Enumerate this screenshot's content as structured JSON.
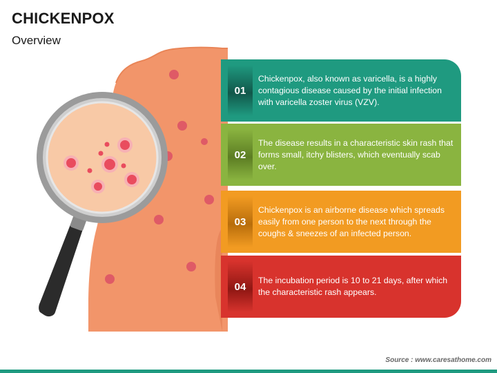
{
  "header": {
    "title": "CHICKENPOX",
    "subtitle": "Overview"
  },
  "points": [
    {
      "number": "01",
      "text": "Chickenpox, also known as varicella, is a highly contagious disease caused by the initial infection with varicella zoster virus (VZV).",
      "color": "#1f9a80"
    },
    {
      "number": "02",
      "text": "The disease results in a characteristic skin rash that forms small, itchy blisters, which eventually scab over.",
      "color": "#8ab440"
    },
    {
      "number": "03",
      "text": "Chickenpox is an airborne disease which spreads easily from one person to the next through the coughs & sneezes of an infected person.",
      "color": "#f29b22"
    },
    {
      "number": "04",
      "text": "The incubation period is 10 to 21 days, after which the characteristic rash appears.",
      "color": "#d8332d"
    }
  ],
  "footer": {
    "source": "Source : www.caresathome.com"
  },
  "icons": [
    "magnifying-glass-icon",
    "shoulder-arm-illustration"
  ]
}
